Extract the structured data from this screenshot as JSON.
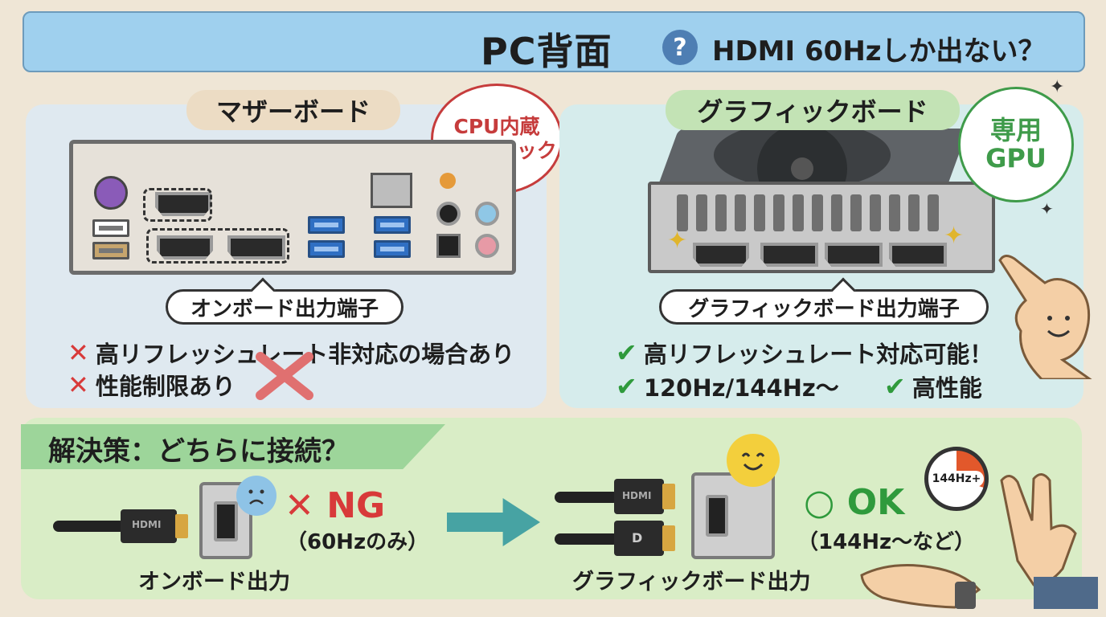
{
  "header": {
    "title": "PC背面",
    "question_mark": "?",
    "subtitle": "HDMI 60Hzしか出ない？"
  },
  "motherboard": {
    "label": "マザーボード",
    "stamp_line1": "CPU内蔵",
    "stamp_line2": "グラフィック",
    "callout": "オンボード出力端子",
    "drawbacks": [
      {
        "mark": "✕",
        "text": "高リフレッシュレート非対応の場合あり"
      },
      {
        "mark": "✕",
        "text": "性能制限あり"
      }
    ]
  },
  "graphics_card": {
    "label": "グラフィックボード",
    "stamp_line1": "専用",
    "stamp_line2": "GPU",
    "callout": "グラフィックボード出力端子",
    "benefits": [
      {
        "mark": "✔",
        "text": "高リフレッシュレート対応可能！"
      },
      {
        "mark": "✔",
        "text": "120Hz/144Hz〜"
      },
      {
        "mark": "✔",
        "text": "高性能"
      }
    ]
  },
  "solution": {
    "title": "解決策：どちらに接続？",
    "ng_mark": "✕",
    "ng_label": "NG",
    "ng_note": "（60Hzのみ）",
    "ok_mark": "○",
    "ok_label": "OK",
    "ok_note": "（144Hz〜など）",
    "onboard_caption": "オンボード出力",
    "gpu_caption": "グラフィックボード出力",
    "cable_label_hdmi": "HDMI",
    "cable_label_dp": "D",
    "timer_label": "144Hz+"
  },
  "colors": {
    "ng_red": "#d83a3a",
    "ok_green": "#2f9a3c",
    "header_blue": "#9fd0ee"
  }
}
